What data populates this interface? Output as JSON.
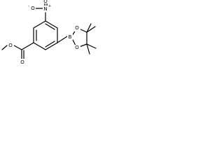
{
  "structure": {
    "atoms": {
      "nitro_n": "N",
      "nitro_n_charge": "+",
      "nitro_o_left": "O",
      "nitro_o_left_charge": "-",
      "nitro_o_up": "O",
      "ester_o_carbonyl": "O",
      "ester_o_ether": "O",
      "boron": "B",
      "boronate_o_top": "O",
      "boronate_o_bottom": "O"
    }
  },
  "colors": {
    "ink": "#000000",
    "background": "#ffffff"
  }
}
